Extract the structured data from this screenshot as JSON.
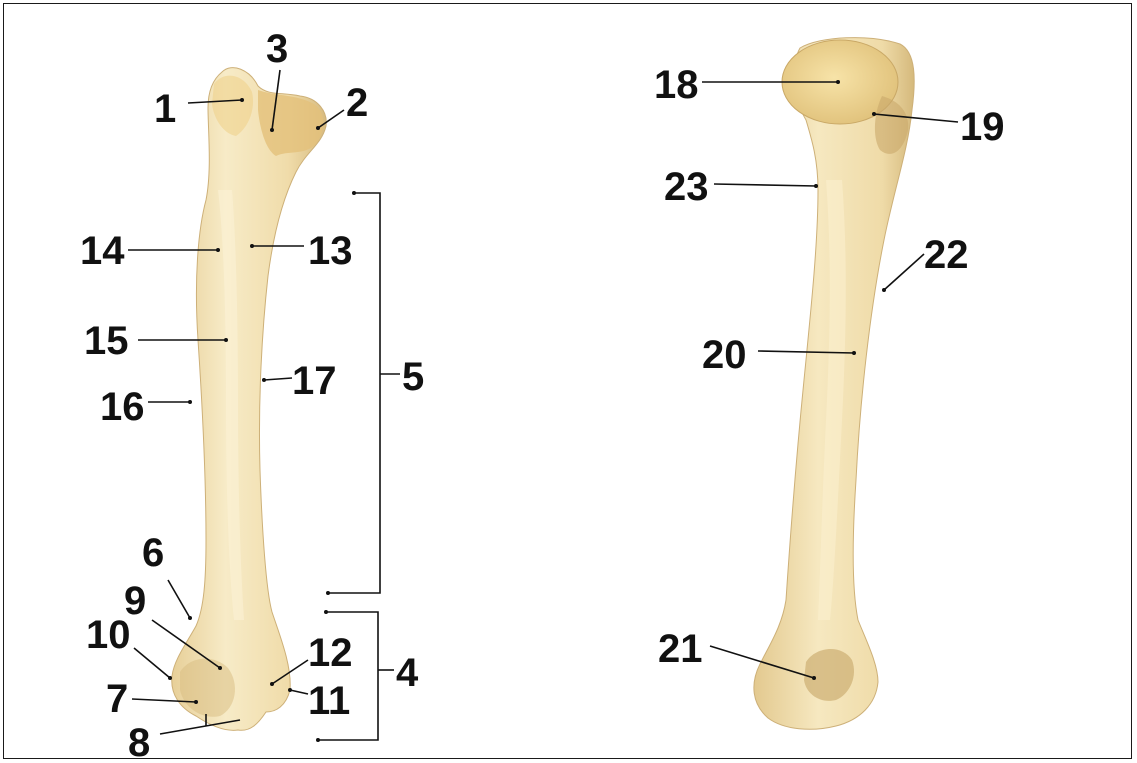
{
  "labels": {
    "l1": "1",
    "l2": "2",
    "l3": "3",
    "l4": "4",
    "l5": "5",
    "l6": "6",
    "l7": "7",
    "l8": "8",
    "l9": "9",
    "l10": "10",
    "l11": "11",
    "l12": "12",
    "l13": "13",
    "l14": "14",
    "l15": "15",
    "l16": "16",
    "l17": "17",
    "l18": "18",
    "l19": "19",
    "l20": "20",
    "l21": "21",
    "l22": "22",
    "l23": "23"
  },
  "colors": {
    "bone_base": "#f1deb0",
    "bone_light": "#f8ecc8",
    "bone_shadow": "#d9bf86",
    "bone_tubercle": "#e5c27a",
    "line": "#111111",
    "frame": "#1a1a1a"
  }
}
